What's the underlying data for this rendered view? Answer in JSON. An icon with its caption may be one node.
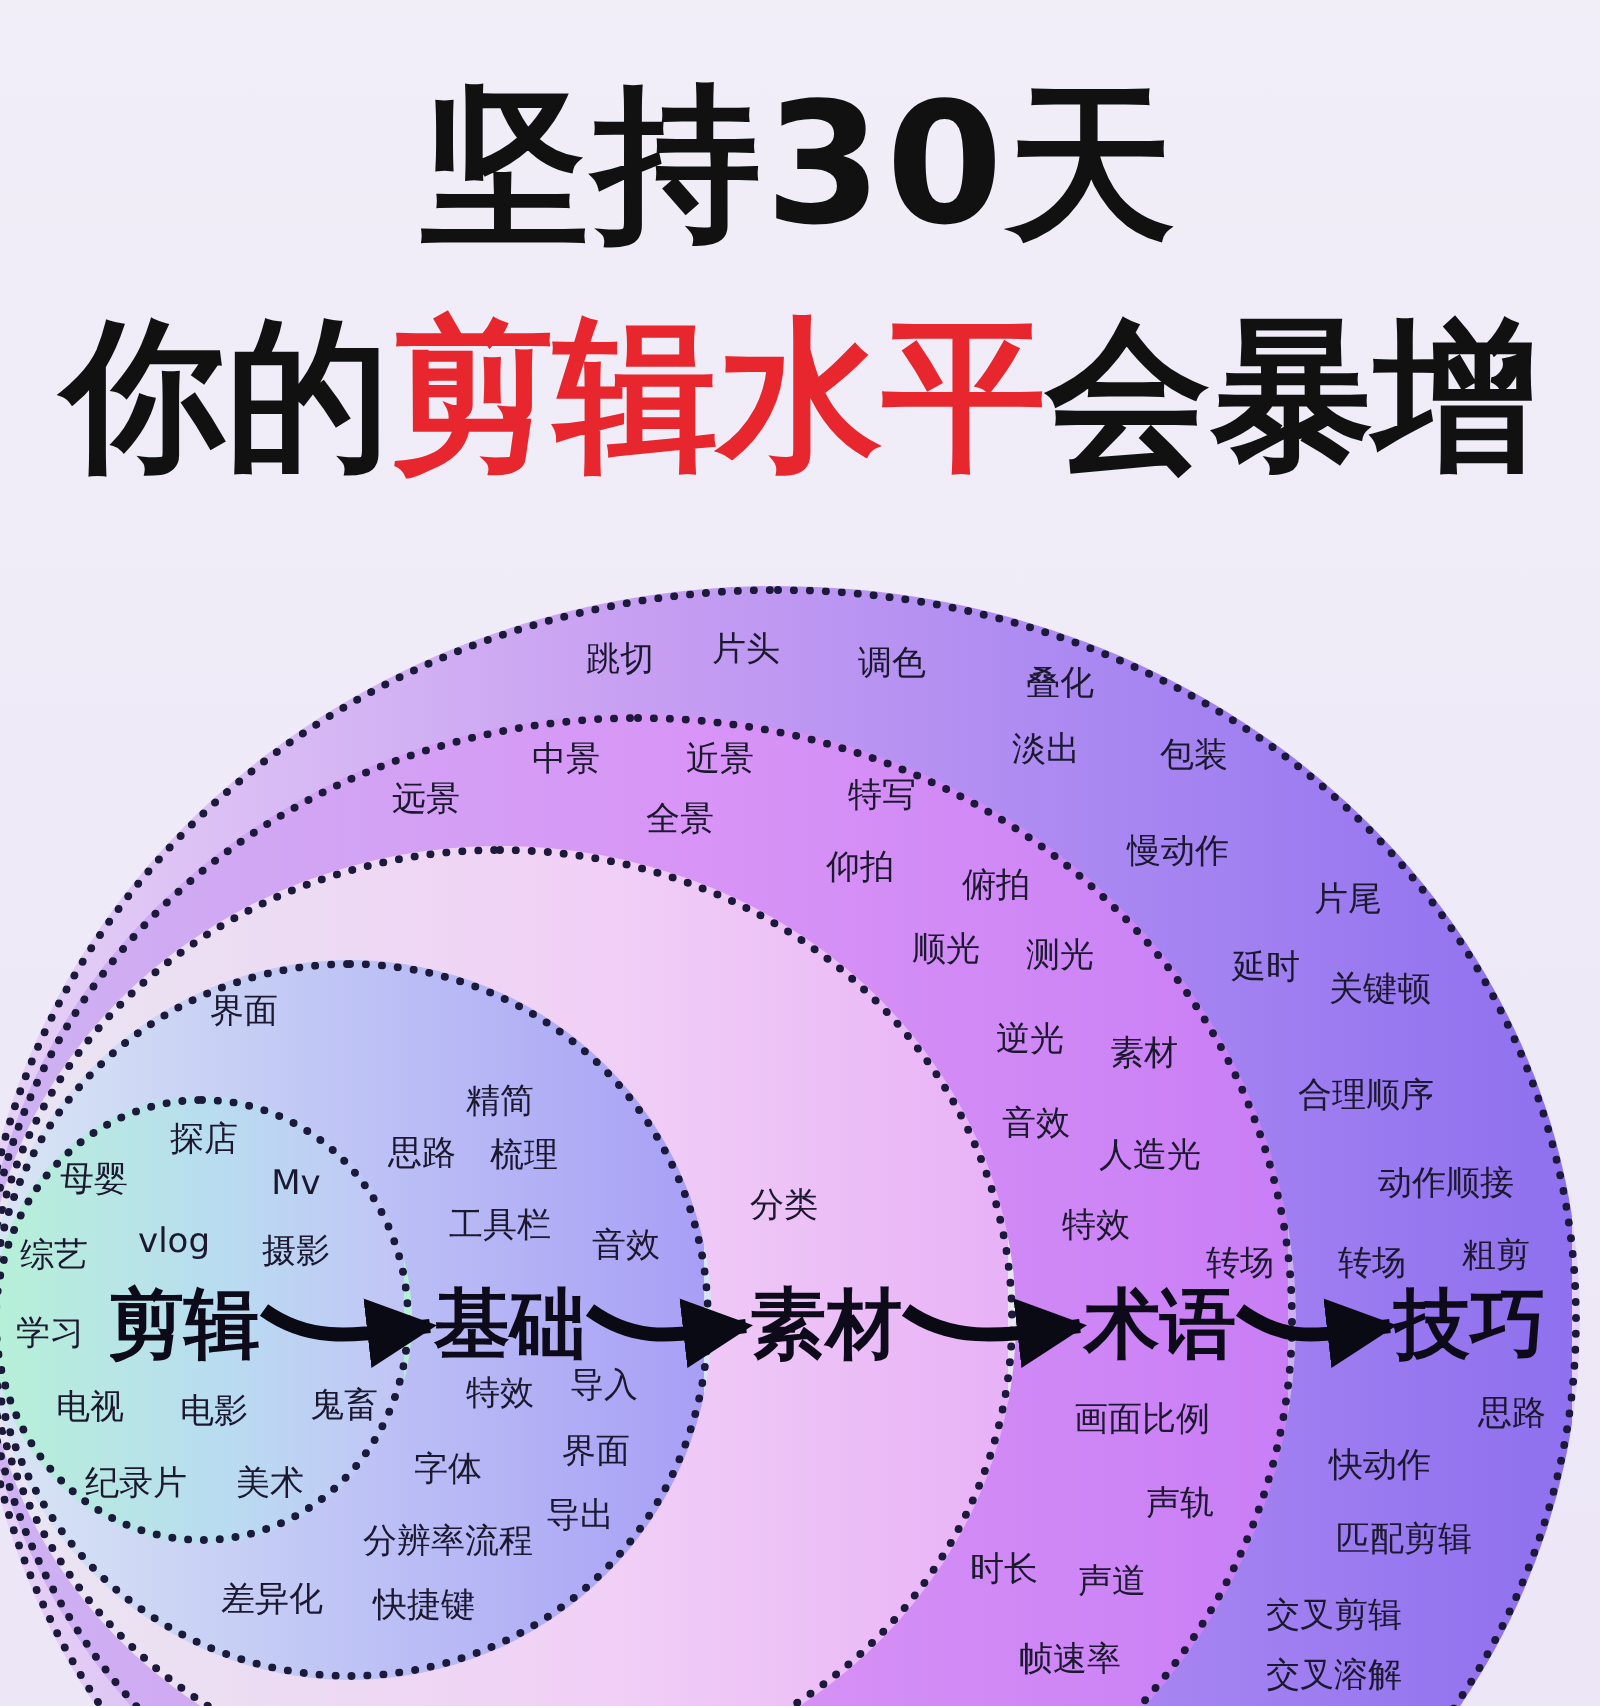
{
  "diagram": {
    "title": "坚持30天",
    "nodes": [
      {
        "text": [],
        "shape": "circle"
      },
      {
        "text": [],
        "shape": "circle",
        "in": 0
      },
      {
        "text": [],
        "shape": "circle",
        "in": 1
      },
      {
        "text": [],
        "shape": "circle",
        "in": 2
      },
      {
        "text": [],
        "shape": "circle",
        "in": 3
      },
      {
        "text": [
          "剪辑"
        ],
        "in": 4
      },
      {
        "text": [
          "基础"
        ],
        "in": 3
      },
      {
        "text": [
          "素材"
        ],
        "in": 2
      },
      {
        "text": [
          "术语"
        ],
        "in": 1
      },
      {
        "text": [
          "技巧"
        ],
        "in": 0
      }
    ],
    "edges": [
      {
        "from": 5,
        "to": 6,
        "arrow": "to"
      },
      {
        "from": 6,
        "to": 7,
        "arrow": "to"
      },
      {
        "from": 7,
        "to": 8,
        "arrow": "to"
      },
      {
        "from": 8,
        "to": 9,
        "arrow": "to"
      }
    ],
    "labels": [
      "你的**剪辑水平**会暴增",
      "跳切",
      "片头",
      "调色",
      "叠化",
      "淡出",
      "包装",
      "慢动作",
      "片尾",
      "延时",
      "关键顿",
      "合理顺序",
      "动作顺接",
      "转场",
      "粗剪",
      "思路",
      "快动作",
      "匹配剪辑",
      "交叉剪辑",
      "交叉溶解",
      "远景",
      "中景",
      "近景",
      "全景",
      "特写",
      "仰拍",
      "俯拍",
      "顺光",
      "测光",
      "逆光",
      "素材",
      "音效",
      "人造光",
      "特效",
      "转场",
      "画面比例",
      "声轨",
      "时长",
      "声道",
      "帧速率",
      "分类",
      "界面",
      "精简",
      "思路",
      "梳理",
      "工具栏",
      "音效",
      "特效",
      "导入",
      "字体",
      "界面",
      "导出",
      "分辨率流程",
      "差异化",
      "快捷键",
      "探店",
      "母婴",
      "Mv",
      "综艺",
      "vlog",
      "摄影",
      "学习",
      "电视",
      "电影",
      "鬼畜",
      "纪录片",
      "美术"
    ]
  }
}
